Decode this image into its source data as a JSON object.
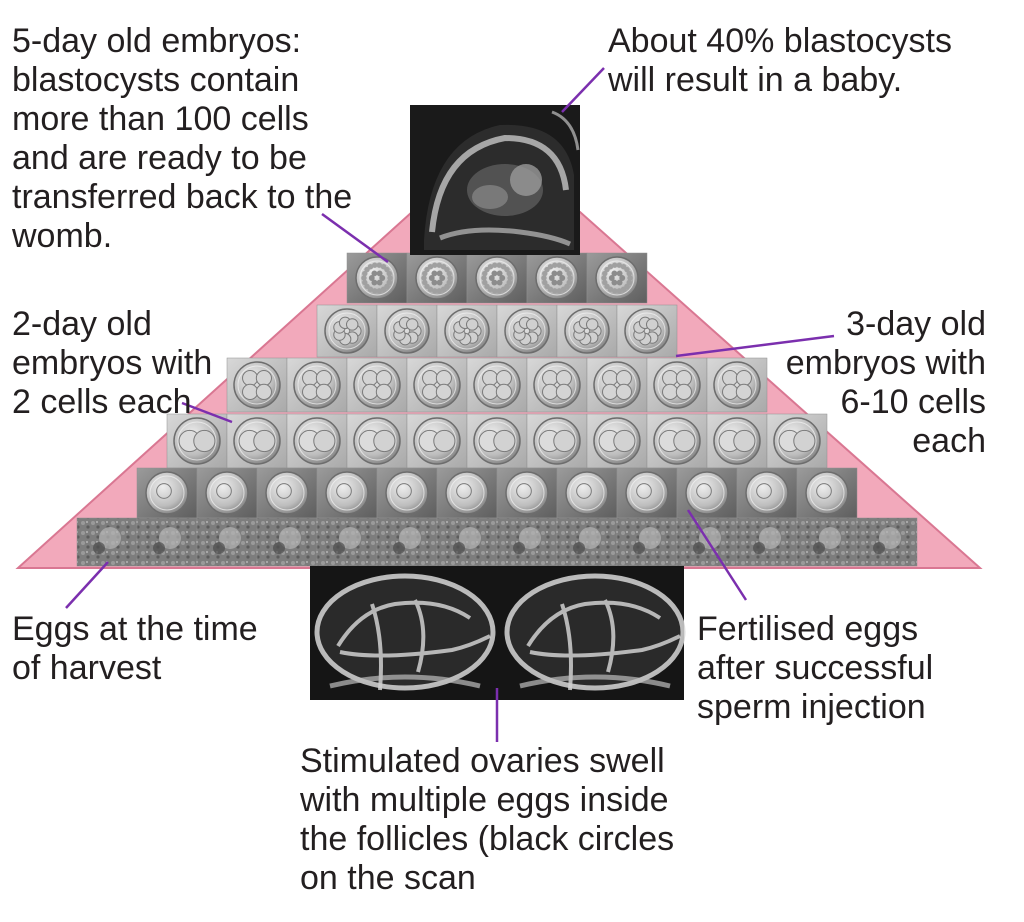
{
  "colors": {
    "pyramid_fill": "#f2a9bb",
    "pyramid_stroke": "#d97792",
    "leader_line": "#7b2fae",
    "text": "#231f20"
  },
  "labels": {
    "blastocyst": "5-day old embryos:\nblastocysts contain\nmore than 100 cells\nand are ready to be\ntransferred back to the\nwomb.",
    "baby": "About 40% blastocysts\nwill result in a baby.",
    "two_day": "2-day old\nembryos with\n2 cells each",
    "three_day": "3-day old\nembryos with\n6-10 cells\neach",
    "eggs": "Eggs at the time\nof harvest",
    "fertilised": "Fertilised eggs\nafter successful\nsperm injection",
    "ovaries": "Stimulated ovaries swell\nwith multiple eggs inside\nthe follicles (black circles\non the scan"
  },
  "rows": [
    {
      "stage": "blastocyst",
      "count": 5
    },
    {
      "stage": "3-day",
      "count": 6
    },
    {
      "stage": "3-day-4cell",
      "count": 9
    },
    {
      "stage": "2-day",
      "count": 11
    },
    {
      "stage": "fertilised",
      "count": 12
    },
    {
      "stage": "egg",
      "count": 14
    }
  ],
  "images": {
    "baby_scan": "ultrasound-baby",
    "ovary_scan": "ultrasound-ovaries"
  }
}
